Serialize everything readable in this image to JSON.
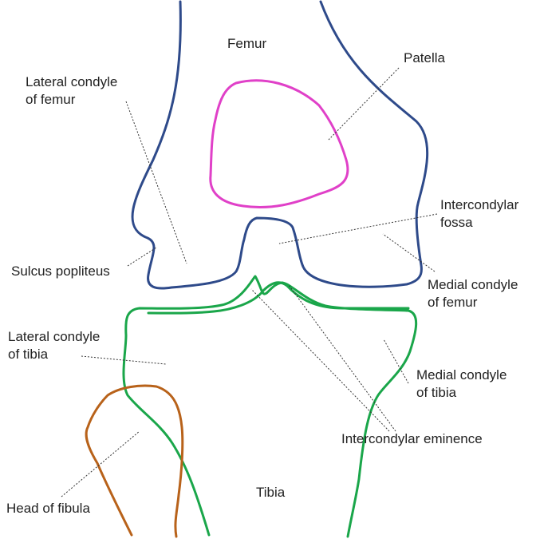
{
  "labels": {
    "femur": "Femur",
    "patella": "Patella",
    "lateral_condyle_femur_1": "Lateral condyle",
    "lateral_condyle_femur_2": "of femur",
    "intercondylar_fossa_1": "Intercondylar",
    "intercondylar_fossa_2": "fossa",
    "sulcus_popliteus": "Sulcus popliteus",
    "medial_condyle_femur_1": "Medial condyle",
    "medial_condyle_femur_2": "of femur",
    "lateral_condyle_tibia_1": "Lateral condyle",
    "lateral_condyle_tibia_2": "of tibia",
    "medial_condyle_tibia_1": "Medial condyle",
    "medial_condyle_tibia_2": "of tibia",
    "intercondylar_eminence": "Intercondylar eminence",
    "tibia": "Tibia",
    "head_of_fibula": "Head of fibula"
  },
  "colors": {
    "femur": "#2e4a8a",
    "patella": "#e040c8",
    "tibia": "#1aa64a",
    "fibula": "#b8621a",
    "leader": "#333333",
    "text": "#222222"
  }
}
